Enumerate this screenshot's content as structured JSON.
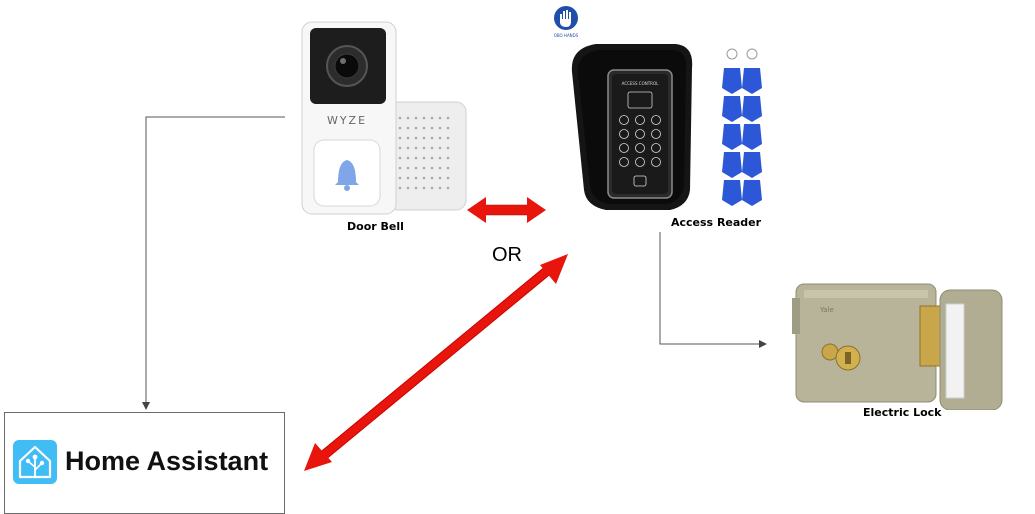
{
  "devices": {
    "doorbell": {
      "label": "Door Bell",
      "brand": "WYZE"
    },
    "access_reader": {
      "label": "Access Reader",
      "panel_text": "ACCESS CONTROL",
      "logo_text": "OBO HANDS"
    },
    "electric_lock": {
      "label": "Electric Lock",
      "brand": "Yale"
    }
  },
  "connector_label": "OR",
  "home_assistant": {
    "label": "Home Assistant"
  },
  "colors": {
    "arrow_red": "#e8150d",
    "line_gray": "#555555",
    "ha_blue": "#41bdf5",
    "lock_body": "#b7b49a"
  }
}
